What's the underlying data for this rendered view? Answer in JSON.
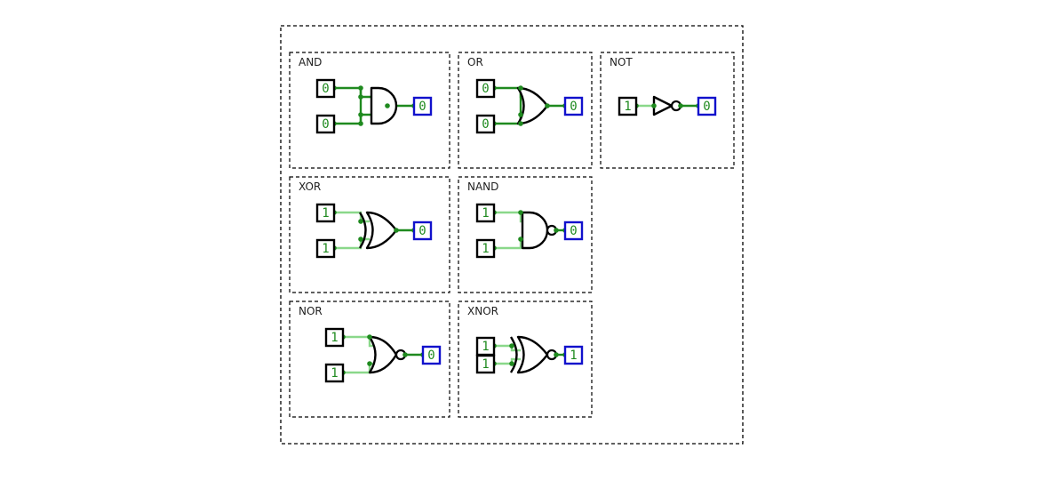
{
  "colors": {
    "wire_on": "#1f8a1f",
    "wire_off": "#8ad88a",
    "gate": "#000000",
    "input_box": "#000000",
    "output_box": "#1111cc",
    "value_text": "#1f8a1f"
  },
  "panels": [
    {
      "id": "and",
      "label": "AND",
      "gate": "and",
      "inputs": [
        "0",
        "0"
      ],
      "output": "0"
    },
    {
      "id": "or",
      "label": "OR",
      "gate": "or",
      "inputs": [
        "0",
        "0"
      ],
      "output": "0"
    },
    {
      "id": "not",
      "label": "NOT",
      "gate": "not",
      "inputs": [
        "1"
      ],
      "output": "0"
    },
    {
      "id": "xor",
      "label": "XOR",
      "gate": "xor",
      "inputs": [
        "1",
        "1"
      ],
      "output": "0"
    },
    {
      "id": "nand",
      "label": "NAND",
      "gate": "nand",
      "inputs": [
        "1",
        "1"
      ],
      "output": "0"
    },
    {
      "id": "nor",
      "label": "NOR",
      "gate": "nor",
      "inputs": [
        "1",
        "1"
      ],
      "output": "0"
    },
    {
      "id": "xnor",
      "label": "XNOR",
      "gate": "xnor",
      "inputs": [
        "1",
        "1"
      ],
      "output": "1"
    }
  ]
}
